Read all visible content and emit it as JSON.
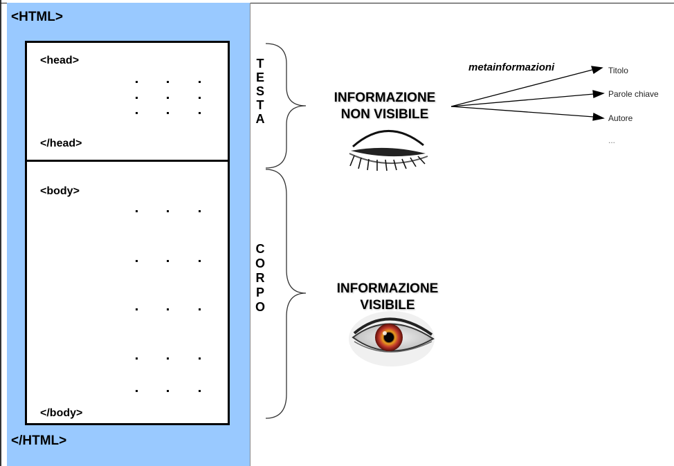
{
  "html": {
    "open_tag": "<HTML>",
    "close_tag": "</HTML>"
  },
  "head": {
    "open_tag": "<head>",
    "close_tag": "</head>"
  },
  "body": {
    "open_tag": "<body>",
    "close_tag": "</body>"
  },
  "side_labels": {
    "testa": [
      "T",
      "E",
      "S",
      "T",
      "A"
    ],
    "corpo": [
      "C",
      "O",
      "R",
      "P",
      "O"
    ]
  },
  "info_non_visible": {
    "line1": "INFORMAZIONE",
    "line2": "NON VISIBILE"
  },
  "info_visible": {
    "line1": "INFORMAZIONE",
    "line2": "VISIBILE"
  },
  "metainfo": {
    "label": "metainformazioni",
    "items": [
      "Titolo",
      "Parole chiave",
      "Autore",
      "..."
    ]
  },
  "icons": {
    "closed_eye": "closed-eye-icon",
    "open_eye": "open-eye-icon"
  },
  "colors": {
    "html_panel": "#99c9ff",
    "iris": "#c0392b"
  }
}
